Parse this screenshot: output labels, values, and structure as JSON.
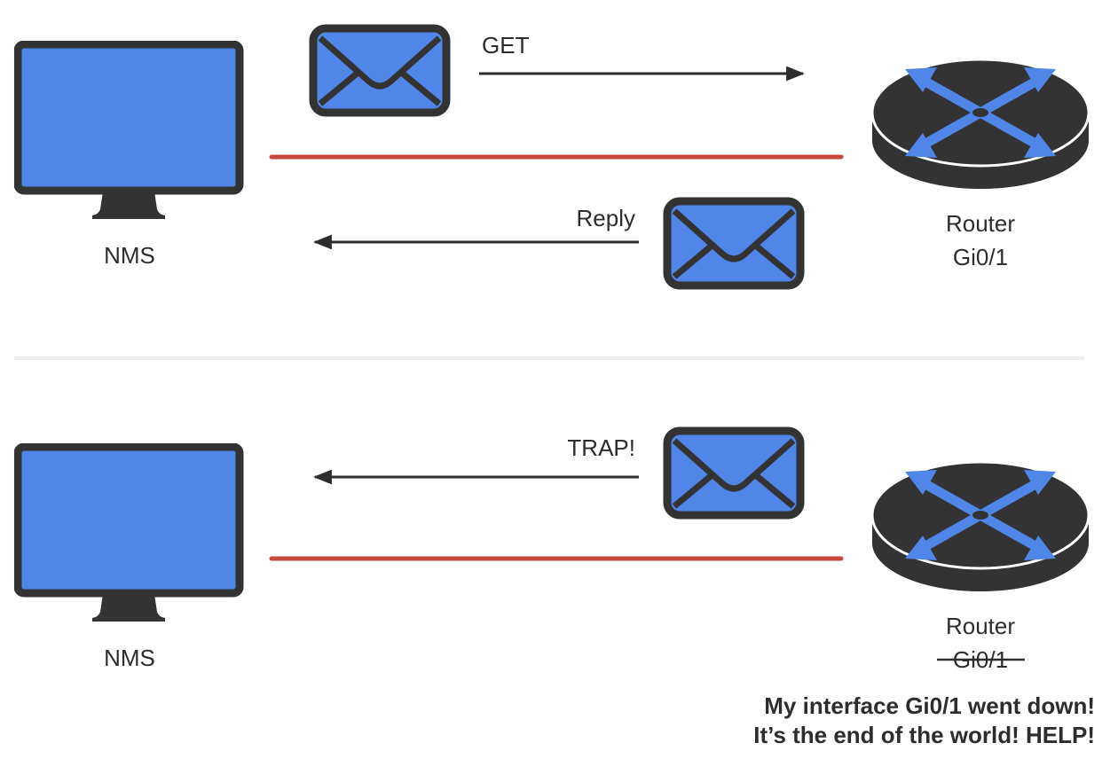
{
  "colors": {
    "screen_blue": "#4f86e8",
    "device_dark": "#333333",
    "link_red": "#c94a3d",
    "arrow_dark": "#2d2d2d",
    "divider": "#ececec"
  },
  "top_scenario": {
    "nms_label": "NMS",
    "router_label": "Router",
    "router_interface": "Gi0/1",
    "request_label": "GET",
    "reply_label": "Reply"
  },
  "bottom_scenario": {
    "nms_label": "NMS",
    "router_label": "Router",
    "router_interface": "Gi0/1",
    "trap_label": "TRAP!",
    "message_line1": "My interface Gi0/1 went down!",
    "message_line2": "It’s the end of the world! HELP!"
  }
}
